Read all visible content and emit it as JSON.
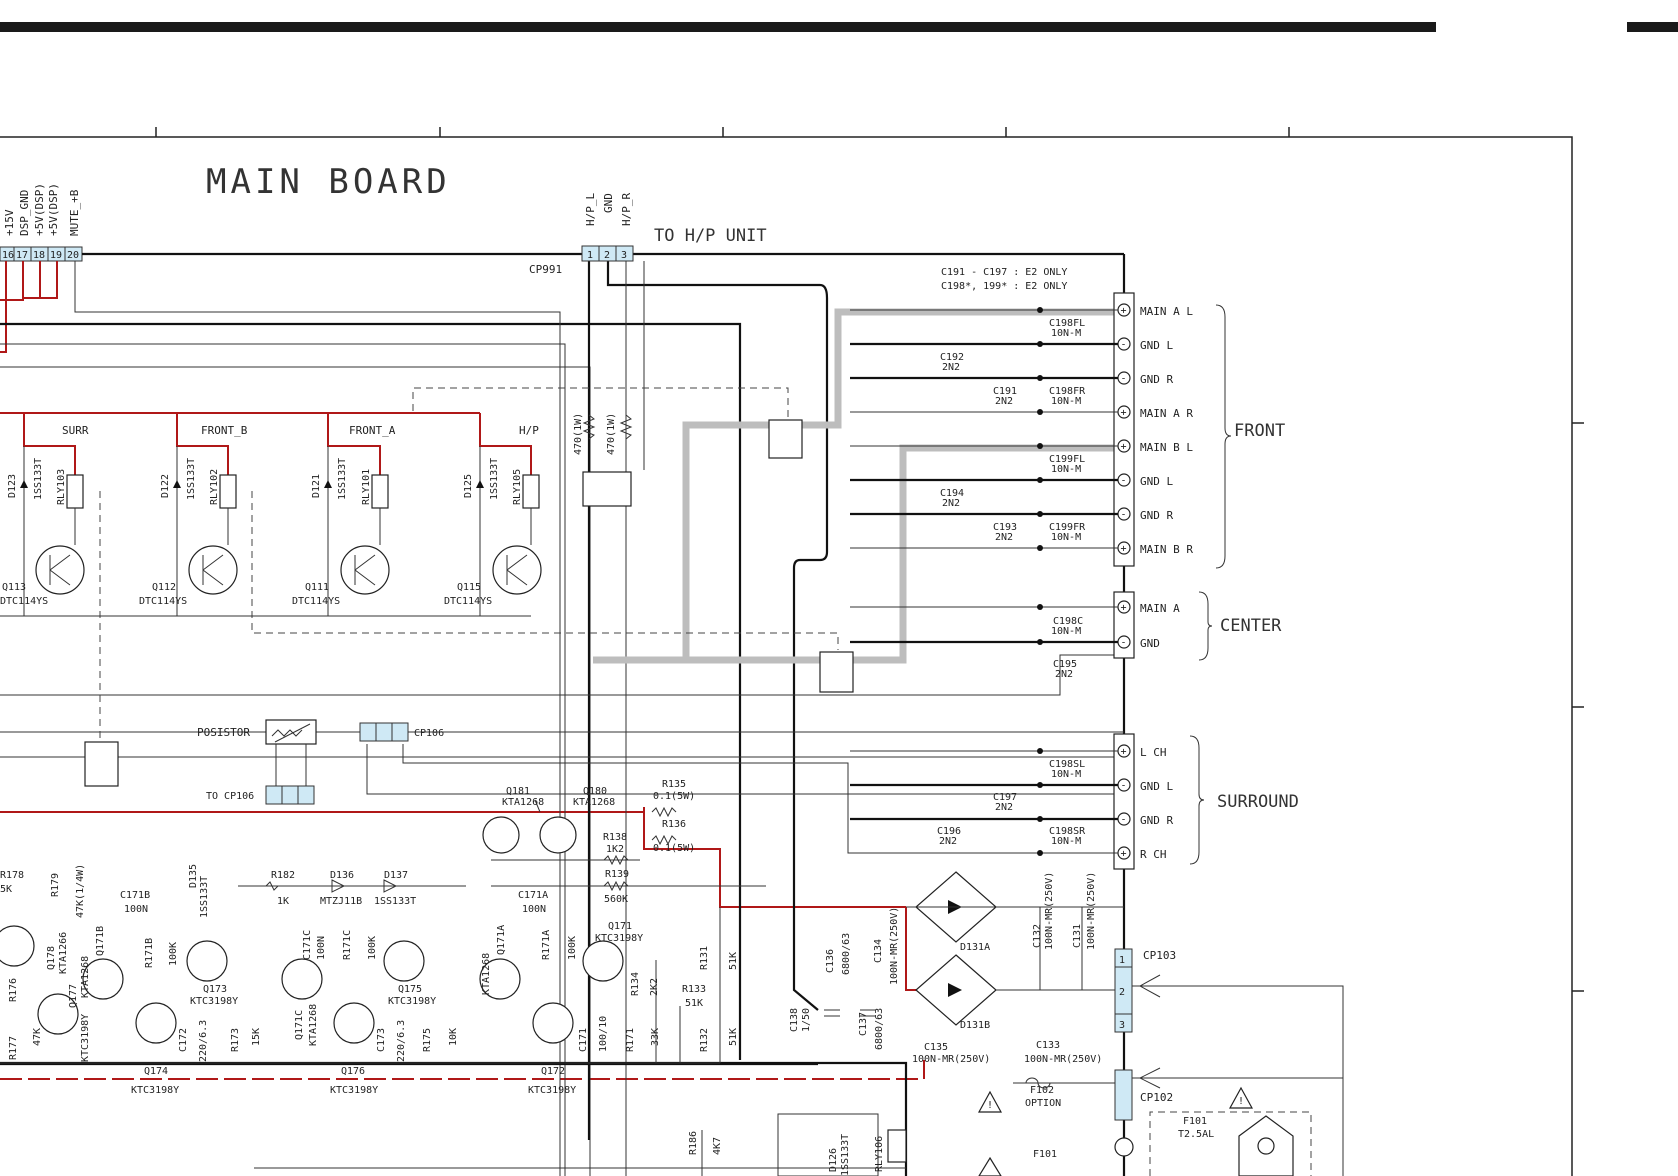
{
  "title": "MAIN BOARD",
  "top_signals": [
    "+15V",
    "DSP_GND",
    "+5V(DSP)",
    "+5V(DSP)",
    "MUTE_+B"
  ],
  "top_pins": [
    "16",
    "17",
    "18",
    "19",
    "20"
  ],
  "hp": {
    "signals": [
      "H/P_L",
      "GND",
      "H/P_R"
    ],
    "pins": [
      "1",
      "2",
      "3"
    ],
    "connector": "CP991",
    "dest": "TO H/P UNIT",
    "res1": "470(1W)",
    "res2": "470(1W)"
  },
  "notes": [
    "C191 - C197 : E2 ONLY",
    "C198*, 199* : E2 ONLY"
  ],
  "relays": [
    {
      "group": "SURR",
      "diode": "D123",
      "diode_part": "1SS133T",
      "relay": "RLY103",
      "transistor": "Q113",
      "transistor_part": "DTC114YS"
    },
    {
      "group": "FRONT_B",
      "diode": "D122",
      "diode_part": "1SS133T",
      "relay": "RLY102",
      "transistor": "Q112",
      "transistor_part": "DTC114YS"
    },
    {
      "group": "FRONT_A",
      "diode": "D121",
      "diode_part": "1SS133T",
      "relay": "RLY101",
      "transistor": "Q111",
      "transistor_part": "DTC114YS"
    },
    {
      "group": "H/P",
      "diode": "D125",
      "diode_part": "1SS133T",
      "relay": "RLY105",
      "transistor": "Q115",
      "transistor_part": "DTC114YS"
    }
  ],
  "front": {
    "label": "FRONT",
    "terminals": [
      "MAIN A L",
      "GND L",
      "GND R",
      "MAIN A R",
      "MAIN B L",
      "GND L",
      "GND R",
      "MAIN B R"
    ],
    "signs": [
      "+",
      "-",
      "-",
      "+",
      "+",
      "-",
      "-",
      "+"
    ],
    "caps": [
      {
        "ref": "C198FL",
        "val": "10N-M"
      },
      {
        "ref": "C192",
        "val": "2N2"
      },
      {
        "ref": "C191",
        "val": "2N2"
      },
      {
        "ref": "C198FR",
        "val": "10N-M"
      },
      {
        "ref": "C199FL",
        "val": "10N-M"
      },
      {
        "ref": "C194",
        "val": "2N2"
      },
      {
        "ref": "C193",
        "val": "2N2"
      },
      {
        "ref": "C199FR",
        "val": "10N-M"
      }
    ]
  },
  "center": {
    "label": "CENTER",
    "terminals": [
      "MAIN A",
      "GND"
    ],
    "signs": [
      "+",
      "-"
    ],
    "caps": [
      {
        "ref": "C198C",
        "val": "10N-M"
      },
      {
        "ref": "C195",
        "val": "2N2"
      }
    ]
  },
  "surround": {
    "label": "SURROUND",
    "terminals": [
      "L CH",
      "GND L",
      "GND R",
      "R CH"
    ],
    "signs": [
      "+",
      "-",
      "-",
      "+"
    ],
    "caps": [
      {
        "ref": "C198SL",
        "val": "10N-M"
      },
      {
        "ref": "C197",
        "val": "2N2"
      },
      {
        "ref": "C196",
        "val": "2N2"
      },
      {
        "ref": "C198SR",
        "val": "10N-M"
      }
    ]
  },
  "posistor": {
    "label": "POSISTOR",
    "cp106": "CP106",
    "to_cp106": "TO CP106"
  },
  "regulator": {
    "q181": "Q181",
    "q181_part": "KTA1268",
    "q180": "Q180",
    "q180_part": "KTA1268",
    "r135": "R135",
    "r135_val": "0.1(5W)",
    "r136": "R136",
    "r136_val": "0.1(5W)",
    "r138": "R138",
    "r138_val": "1K2",
    "r139": "R139",
    "r139_val": "560K",
    "c171b": "C171B",
    "c171b_val": "100N",
    "c171a": "C171A",
    "c171a_val": "100N",
    "r182": "R182",
    "r182_val": "1K",
    "d136": "D136",
    "d136_part": "MTZJ11B",
    "d137": "D137",
    "d137_part": "1SS133T",
    "d135": "D135",
    "d135_part": "1SS133T",
    "r179": "R179",
    "r179_val": "47K(1/4W)",
    "r178": "R178",
    "r178_val": "5K",
    "r176": "R176",
    "r177": "R177",
    "r177_val": "47K",
    "q178": "Q178",
    "q178_part": "KTA1266",
    "q171b": "Q171B",
    "q171b_part": "KTA1268",
    "r171b": "R171B",
    "r171b_val": "100K",
    "q177": "Q177",
    "q177_part": "KTC3198Y",
    "q174": "Q174",
    "q174_part": "KTC3198Y",
    "c172": "C172",
    "c172_val": "220/6.3",
    "r173": "R173",
    "r173_val": "15K",
    "q173": "Q173",
    "q173_part": "KTC3198Y",
    "q171c": "Q171C",
    "q171c_part": "KTA1268",
    "c171c": "C171C",
    "c171c_val": "100N",
    "r171c": "R171C",
    "r171c_val": "100K",
    "q176": "Q176",
    "q176_part": "KTC3198Y",
    "c173": "C173",
    "c173_val": "220/6.3",
    "r175": "R175",
    "r175_val": "10K",
    "q175": "Q175",
    "q175_part": "KTC3198Y",
    "q171a": "Q171A",
    "q171a_part": "KTA1268",
    "r171a": "R171A",
    "r171a_val": "100K",
    "q171": "Q171",
    "q171_part": "KTC3198Y",
    "q172": "Q172",
    "q172_part": "KTC3198Y",
    "c171": "C171",
    "c171_val": "100/10",
    "r171": "R171",
    "r171_val": "33K",
    "r134": "R134",
    "r134_val": "2K2",
    "r133": "R133",
    "r133_val": "51K",
    "r131": "R131",
    "r131_val": "51K",
    "r132": "R132",
    "r132_val": "51K"
  },
  "power": {
    "c136": "C136",
    "c136_val": "6800/63",
    "c137": "C137",
    "c137_val": "6800/63",
    "c138": "C138",
    "c138_val": "1/50",
    "c134": "C134",
    "c134_val": "100N-MR(250V)",
    "c135": "C135",
    "c135_val": "100N-MR(250V)",
    "d131a": "D131A",
    "d131b": "D131B",
    "c132": "C132",
    "c132_val": "100N-MR(250V)",
    "c131": "C131",
    "c131_val": "100N-MR(250V)",
    "c133": "C133",
    "c133_val": "100N-MR(250V)",
    "cp103": "CP103",
    "cp103_pins": [
      "1",
      "2",
      "3"
    ],
    "cp102": "CP102",
    "f102": "F102",
    "f102_note": "OPTION",
    "f101": "F101",
    "f101_val": "T2.5AL",
    "f101b": "F101",
    "d126": "D126",
    "d126_part": "1SS133T",
    "rly106": "RLY106",
    "r186": "R186",
    "r186_val": "4K7"
  }
}
